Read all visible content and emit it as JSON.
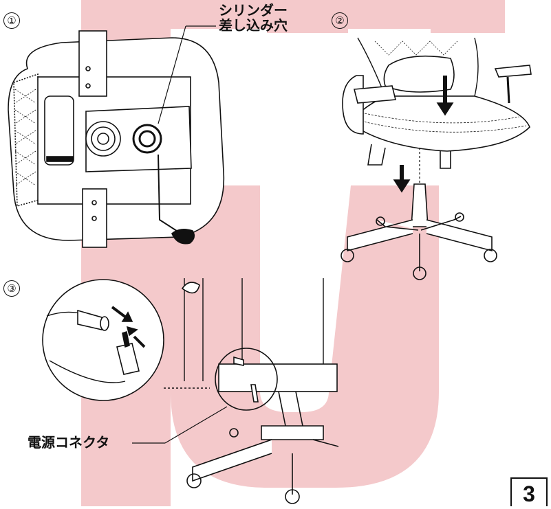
{
  "colors": {
    "watermark": "#f4c9cb",
    "line": "#111111"
  },
  "steps": [
    "①",
    "②",
    "③"
  ],
  "labels": {
    "cylinder_hole_line1": "シリンダー",
    "cylinder_hole_line2": "差し込み穴",
    "power_connector": "電源コネクタ"
  },
  "page_number": "3"
}
